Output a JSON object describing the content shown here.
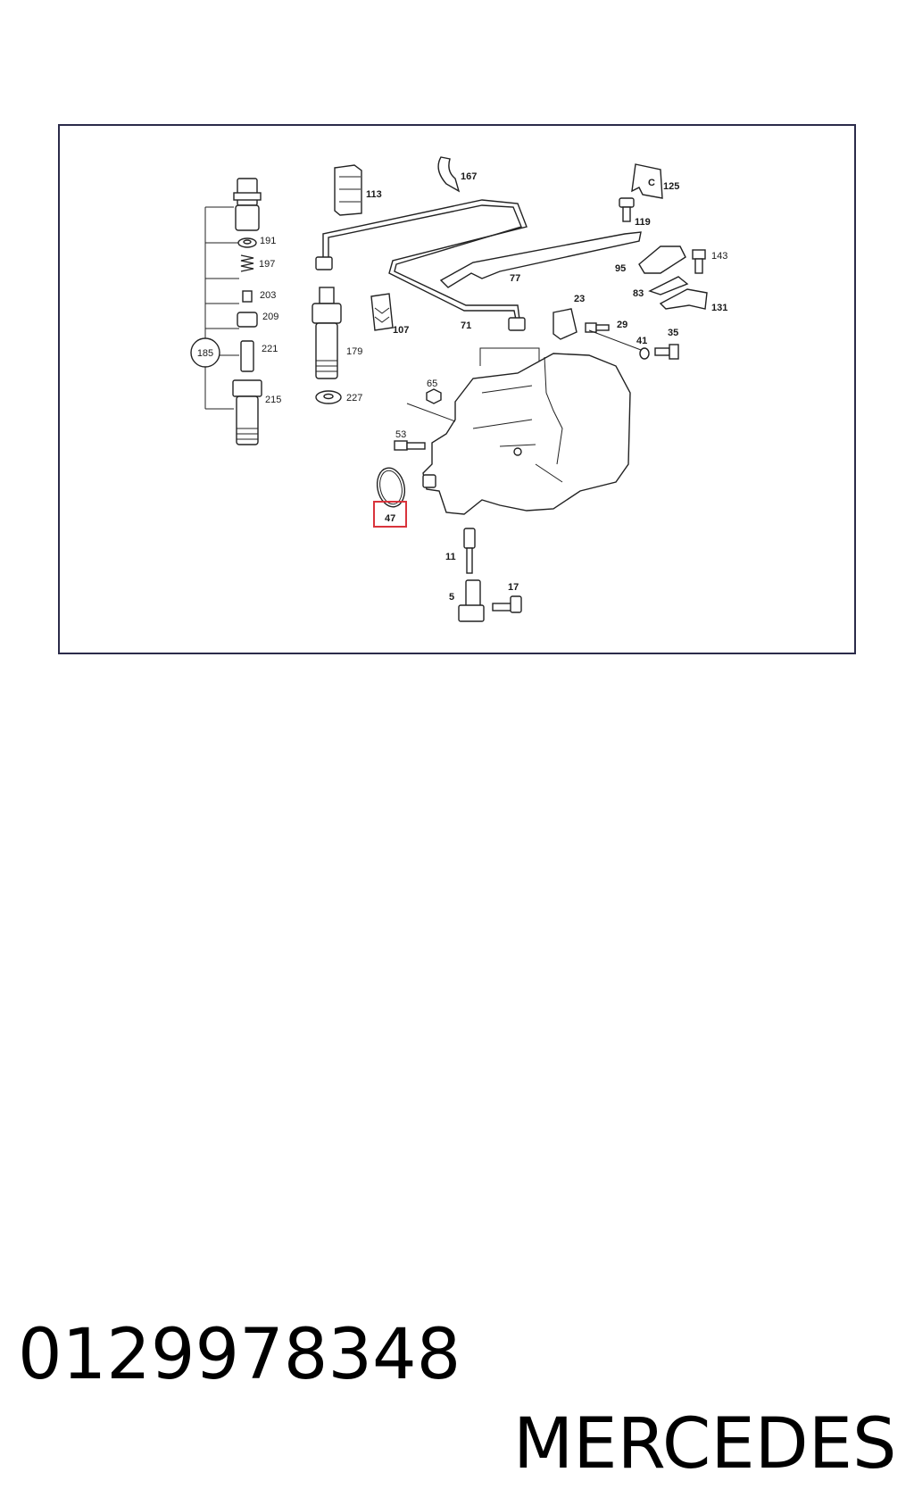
{
  "diagram": {
    "callouts": [
      "185",
      "191",
      "197",
      "203",
      "209",
      "221",
      "215",
      "179",
      "227",
      "113",
      "107",
      "167",
      "71",
      "77",
      "125",
      "119",
      "95",
      "143",
      "83",
      "131",
      "23",
      "29",
      "41",
      "35",
      "65",
      "53",
      "47",
      "11",
      "5",
      "17"
    ],
    "highlight_callout": "47",
    "highlight_color": "#d9343c"
  },
  "caption": {
    "part_number": "0129978348",
    "brand": "MERCEDES"
  }
}
